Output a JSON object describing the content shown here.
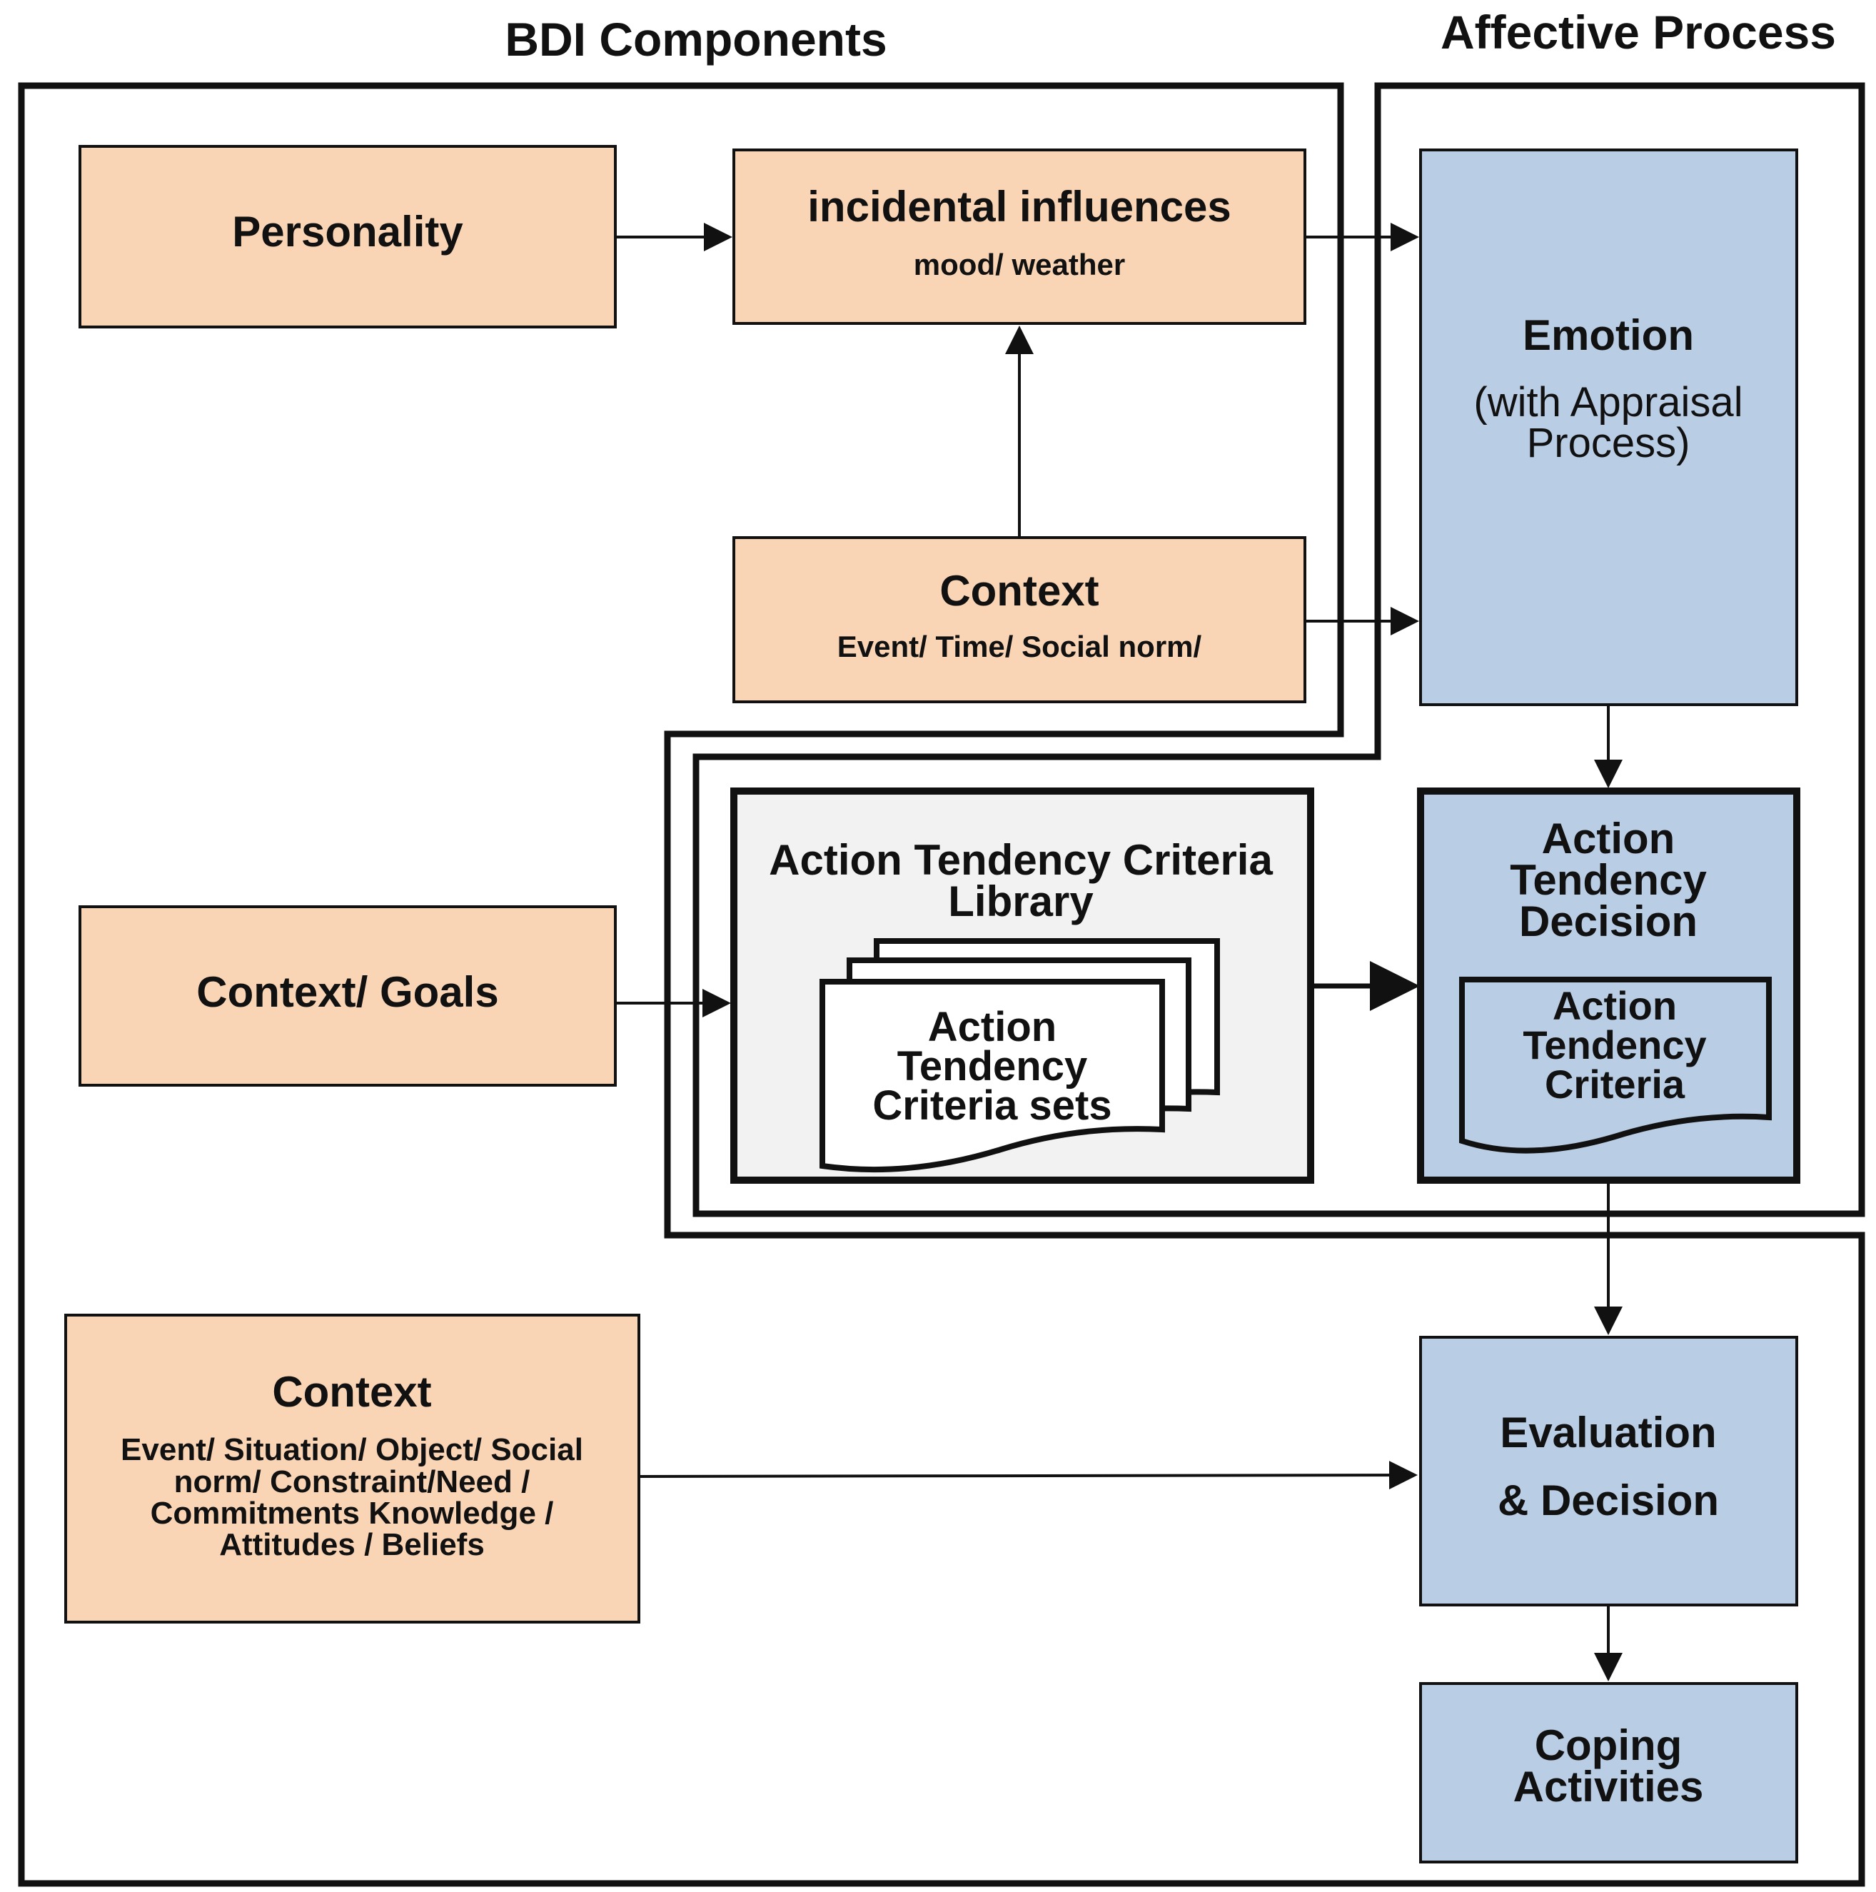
{
  "headings": {
    "bdi": "BDI Components",
    "affective": "Affective Process"
  },
  "colors": {
    "orange_fill": "#fad5b5",
    "blue_fill": "#b9cde5",
    "gray_fill": "#f2f2f2",
    "stroke": "#111111"
  },
  "boxes": {
    "personality": {
      "title": "Personality"
    },
    "incidental": {
      "title": "incidental influences",
      "subtitle": "mood/ weather"
    },
    "context_top": {
      "title": "Context",
      "subtitle": "Event/ Time/ Social norm/"
    },
    "context_goals": {
      "title": "Context/ Goals"
    },
    "context_bottom": {
      "title": "Context",
      "lines": [
        "Event/ Situation/ Object/ Social",
        "norm/ Constraint/Need  /",
        "Commitments   Knowledge  /",
        "Attitudes  / Beliefs"
      ]
    },
    "emotion": {
      "title": "Emotion",
      "lines": [
        "(with Appraisal",
        "Process)"
      ]
    },
    "library": {
      "lines": [
        "Action Tendency Criteria",
        "Library"
      ],
      "sets_lines": [
        "Action",
        "Tendency",
        "Criteria sets"
      ]
    },
    "decision": {
      "lines": [
        "Action",
        "Tendency",
        "Decision"
      ],
      "criteria_lines": [
        "Action",
        "Tendency",
        "Criteria"
      ]
    },
    "evaluation": {
      "lines": [
        "Evaluation",
        "& Decision"
      ]
    },
    "coping": {
      "lines": [
        "Coping",
        "Activities"
      ]
    }
  }
}
